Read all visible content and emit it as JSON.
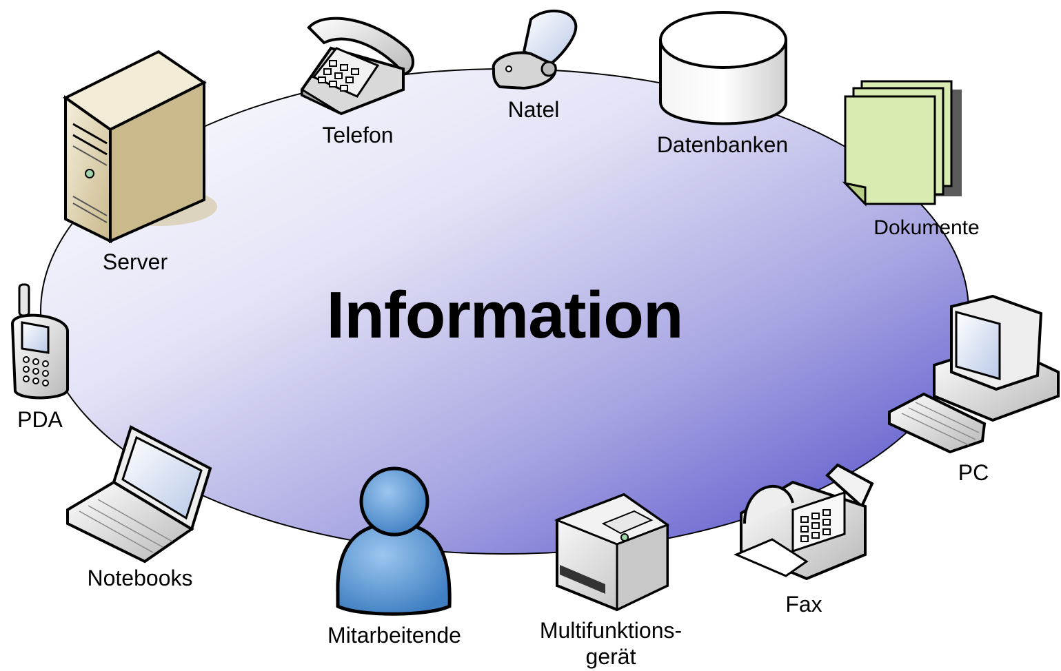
{
  "diagram": {
    "center_label": "Information",
    "nodes": [
      {
        "id": "server",
        "label": "Server",
        "icon": "server-tower-icon"
      },
      {
        "id": "telefon",
        "label": "Telefon",
        "icon": "desk-telephone-icon"
      },
      {
        "id": "natel",
        "label": "Natel",
        "icon": "flip-phone-icon"
      },
      {
        "id": "datenbanken",
        "label": "Datenbanken",
        "icon": "database-cylinder-icon"
      },
      {
        "id": "dokumente",
        "label": "Dokumente",
        "icon": "document-stack-icon"
      },
      {
        "id": "pc",
        "label": "PC",
        "icon": "desktop-computer-icon"
      },
      {
        "id": "fax",
        "label": "Fax",
        "icon": "fax-machine-icon"
      },
      {
        "id": "multifunktion",
        "label": "Multifunktions-\ngerät",
        "icon": "multifunction-printer-icon"
      },
      {
        "id": "mitarbeitende",
        "label": "Mitarbeitende",
        "icon": "person-icon"
      },
      {
        "id": "notebooks",
        "label": "Notebooks",
        "icon": "laptop-icon"
      },
      {
        "id": "pda",
        "label": "PDA",
        "icon": "mobile-phone-icon"
      }
    ]
  },
  "colors": {
    "ellipse_light": "#ffffff",
    "ellipse_dark": "#4a46c8",
    "outline": "#000000",
    "document_fill": "#d9ebb0",
    "server_fill": "#e8dcb8",
    "person_fill": "#5b9bd5"
  }
}
